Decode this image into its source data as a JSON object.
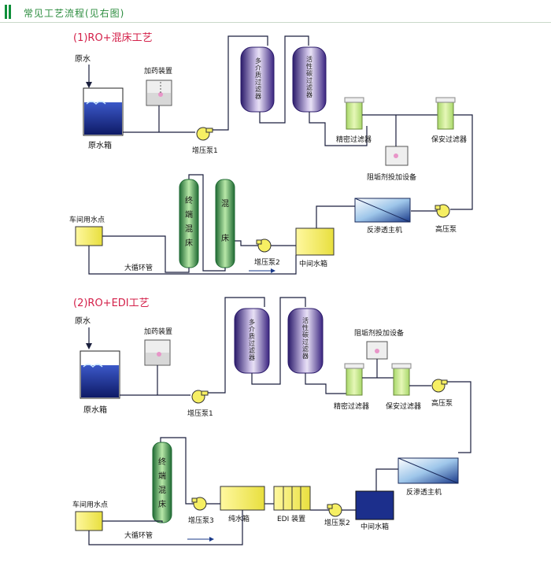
{
  "header": {
    "title": "常见工艺流程(见右图)"
  },
  "section1": {
    "heading": "(1)RO+混床工艺",
    "raw_water": "原水",
    "raw_tank": "原水箱",
    "dosing": "加药装置",
    "booster1": "增压泵1",
    "multi_filter": [
      "多",
      "介",
      "质",
      "过",
      "滤",
      "器"
    ],
    "carbon_filter": [
      "活",
      "性",
      "碳",
      "过",
      "滤",
      "器"
    ],
    "precision_filter": "精密过滤器",
    "safety_filter": "保安过滤器",
    "antiscalant": "阻垢剂投加设备",
    "high_pump": "高压泵",
    "ro_unit": "反渗透主机",
    "mid_tank": "中间水箱",
    "booster2": "增压泵2",
    "mixbed_terminal": [
      "终",
      "端",
      "混",
      "床"
    ],
    "mixbed": [
      "混",
      "床"
    ],
    "workshop": "车间用水点",
    "loop": "大循环管"
  },
  "section2": {
    "heading": "(2)RO+EDI工艺",
    "raw_water": "原水",
    "raw_tank": "原水箱",
    "dosing": "加药装置",
    "booster1": "增压泵1",
    "multi_filter": [
      "多",
      "介",
      "质",
      "过",
      "滤",
      "器"
    ],
    "carbon_filter": [
      "活",
      "性",
      "碳",
      "过",
      "滤",
      "器"
    ],
    "precision_filter": "精密过滤器",
    "safety_filter": "保安过滤器",
    "antiscalant": "阻垢剂投加设备",
    "high_pump": "高压泵",
    "ro_unit": "反渗透主机",
    "mid_tank": "中间水箱",
    "booster2": "增压泵2",
    "edi": "EDI 装置",
    "pure_tank": "纯水箱",
    "booster3": "增压泵3",
    "mixbed_terminal": [
      "终",
      "端",
      "混",
      "床"
    ],
    "workshop": "车间用水点",
    "loop": "大循环管"
  },
  "colors": {
    "heading": "#d4214a",
    "tank_blue": "#1c2f8c",
    "filter_purple": "#6b4aa0",
    "filter_green": "#b9e27a",
    "mixbed_green": "#2f8a46",
    "yellow": "#f6ef63",
    "pipe": "#1a1f3d"
  }
}
